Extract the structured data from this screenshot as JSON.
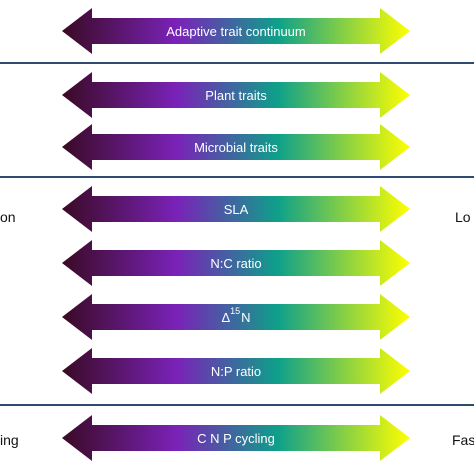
{
  "side_labels": {
    "left_mid": "on",
    "right_mid": "Lo",
    "left_bottom": "ing",
    "right_bottom": "Fas"
  },
  "arrows": {
    "adaptive": "Adaptive trait continuum",
    "plant": "Plant traits",
    "microbial": "Microbial traits",
    "sla": "SLA",
    "nc": "N:C ratio",
    "delta_symbol": "Δ",
    "delta_sup": "15",
    "delta_tail": "N",
    "np": "N:P ratio",
    "cnp": "C N P cycling"
  },
  "colors": {
    "start": "#3a0a24",
    "mid": "#7a22b8",
    "teal": "#0ea08a",
    "end": "#ffff00",
    "divider": "#2f4b72"
  }
}
